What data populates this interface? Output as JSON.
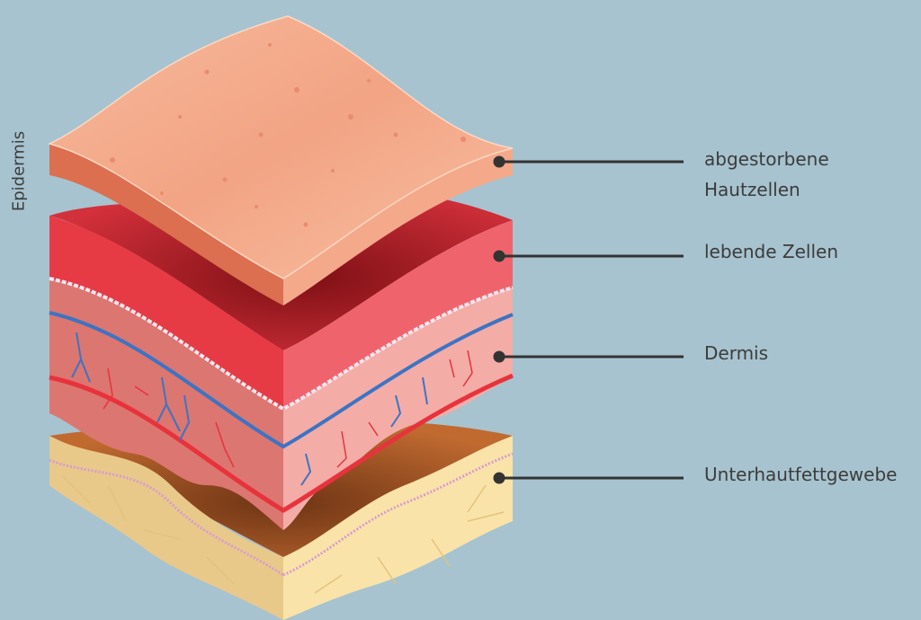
{
  "side_label": "Epidermis",
  "labels": {
    "dead_cells_line1": "abgestorbene",
    "dead_cells_line2": "Hautzellen",
    "living_cells": "lebende Zellen",
    "dermis": "Dermis",
    "subcutis": "Unterhautfettgewebe"
  },
  "colors": {
    "background": "#a7c3cf",
    "dead_skin": "#f4a98a",
    "living_cells": "#e63b45",
    "dermis": "#f4aca6",
    "fat": "#fae3a8",
    "fat_top": "#b8652f",
    "vein": "#3c74c4",
    "artery": "#e8323c",
    "leader": "#333333"
  }
}
